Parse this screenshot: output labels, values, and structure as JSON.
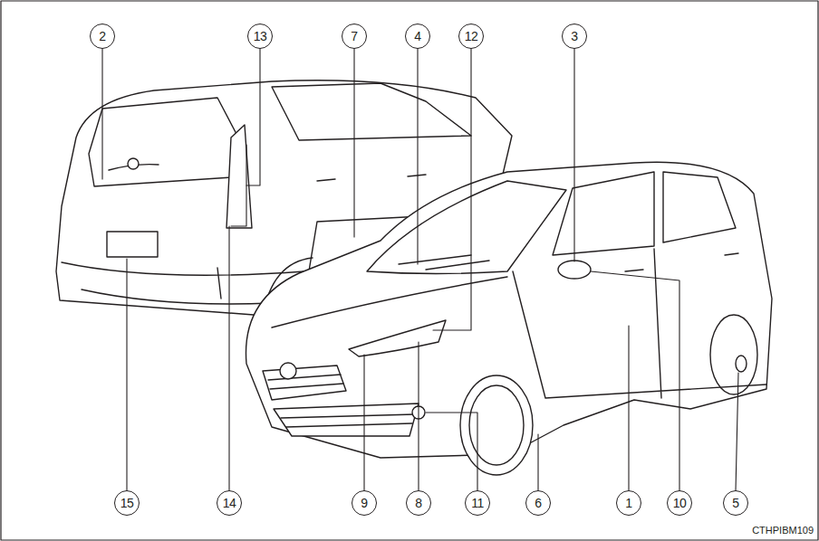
{
  "diagram": {
    "labels": [
      "2",
      "13",
      "7",
      "4",
      "12",
      "3",
      "15",
      "14",
      "9",
      "8",
      "11",
      "6",
      "1",
      "10",
      "5",
      "CTHPIBM109"
    ]
  }
}
